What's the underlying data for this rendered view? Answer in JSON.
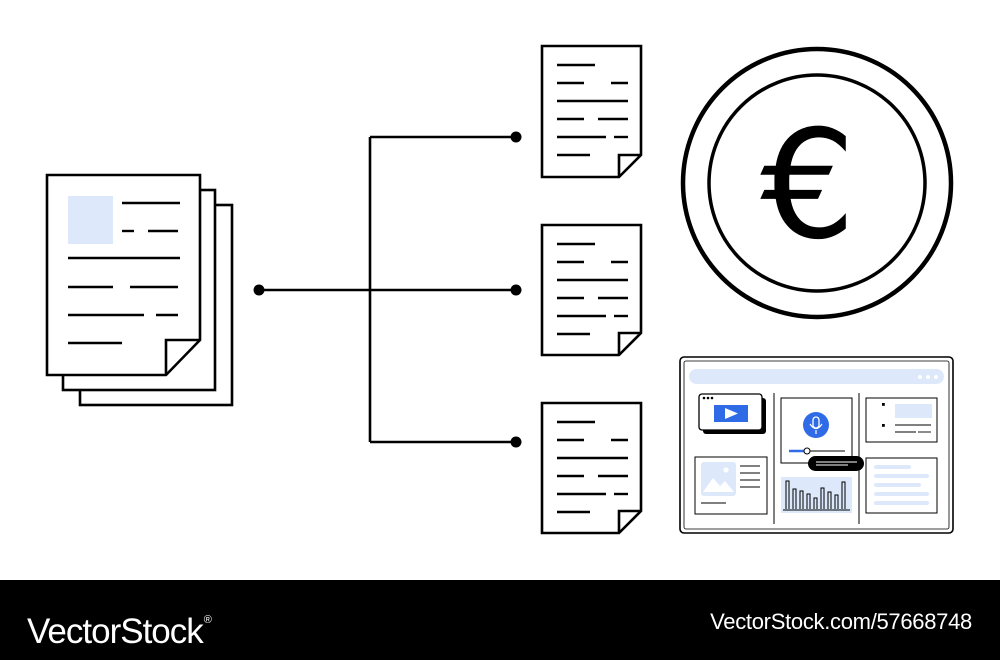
{
  "illustration": {
    "currency_symbol": "€",
    "icons": [
      "document-stack-icon",
      "branch-connector",
      "document-icon",
      "euro-coin-icon",
      "dashboard-window-icon",
      "video-player-icon",
      "microphone-icon",
      "image-placeholder-icon",
      "bar-chart-icon"
    ],
    "colors": {
      "stroke": "#000000",
      "accent_blue": "#2f6be6",
      "light_blue": "#dde8fb",
      "background": "#ffffff"
    }
  },
  "footer": {
    "brand": "VectorStock",
    "brand_mark": "®",
    "url": "VectorStock.com/57668748"
  }
}
